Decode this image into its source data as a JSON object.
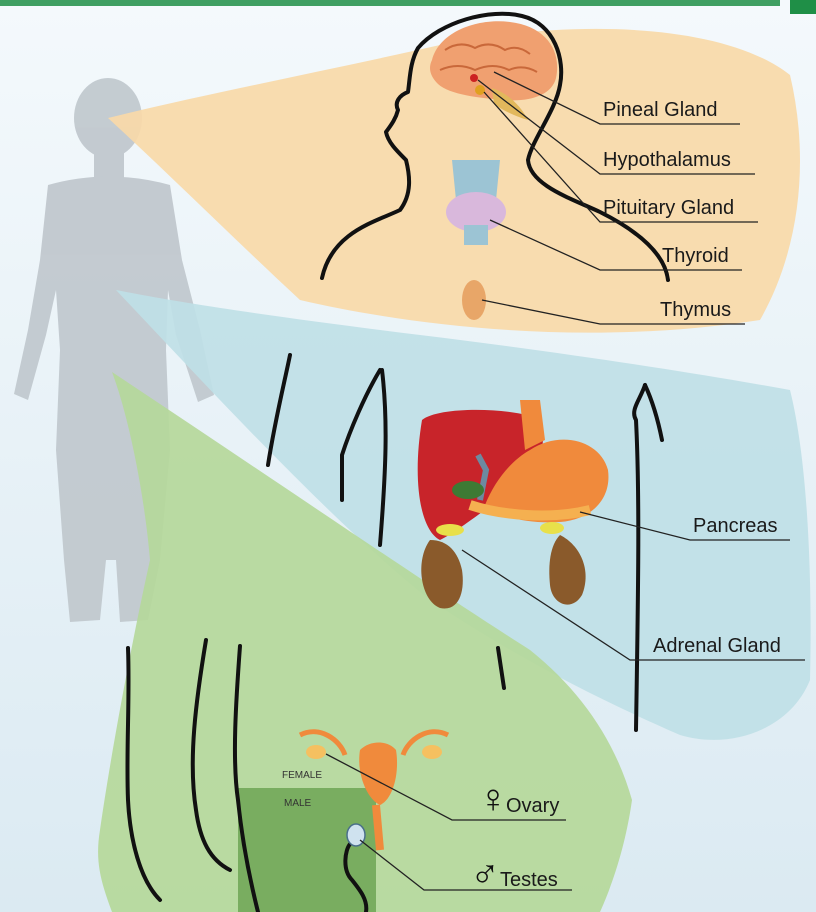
{
  "labels": {
    "pineal": "Pineal Gland",
    "hypothalamus": "Hypothalamus",
    "pituitary": "Pituitary Gland",
    "thyroid": "Thyroid",
    "thymus": "Thymus",
    "pancreas": "Pancreas",
    "adrenal": "Adrenal Gland",
    "ovary": "Ovary",
    "testes": "Testes",
    "female": "FEMALE",
    "male": "MALE"
  },
  "symbols": {
    "female": "♀",
    "male": "♂"
  },
  "colors": {
    "background": "#eef6fb",
    "head_panel": "#f8d9a8",
    "abdomen_panel": "#bfe0e6",
    "pelvis_panel": "#b5d89a",
    "male_box": "#79ad60",
    "silhouette": "#bfc6cc",
    "liver": "#c8242a",
    "stomach": "#f08a3c",
    "kidney": "#8a5a2b",
    "thyroid": "#d9b8dc",
    "brain": "#f0a070",
    "top_bar": "#1f8f47"
  }
}
